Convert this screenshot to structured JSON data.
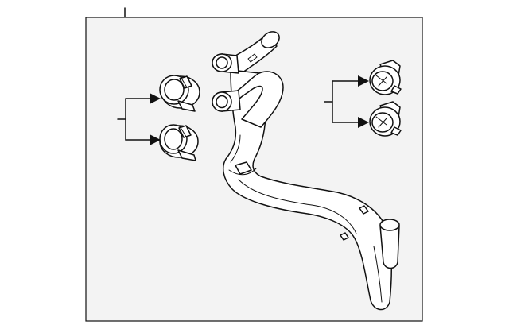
{
  "diagram": {
    "part": "coolant-hose-assembly",
    "left_callout": {
      "clamps": 2
    },
    "right_callout": {
      "clamps": 2
    }
  }
}
